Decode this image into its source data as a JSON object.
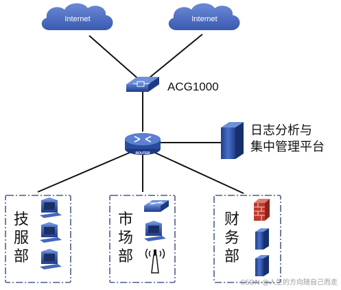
{
  "clouds": [
    {
      "label": "Internet"
    },
    {
      "label": "Internet"
    }
  ],
  "acg": {
    "label": "ACG1000"
  },
  "router": {
    "badge": "ROUTER"
  },
  "log_platform": {
    "line1": "日志分析与",
    "line2": "集中管理平台"
  },
  "departments": [
    {
      "c1": "技",
      "c2": "服",
      "c3": "部"
    },
    {
      "c1": "市",
      "c2": "场",
      "c3": "部"
    },
    {
      "c1": "财",
      "c2": "务",
      "c3": "部"
    }
  ],
  "watermark": "CSDN @人生的方向随自己而走",
  "colors": {
    "device_blue": "#2e55a8",
    "cloud_blue": "#3d5fb8",
    "dash_border": "#4a5a8f",
    "firewall_red": "#c0392b"
  }
}
